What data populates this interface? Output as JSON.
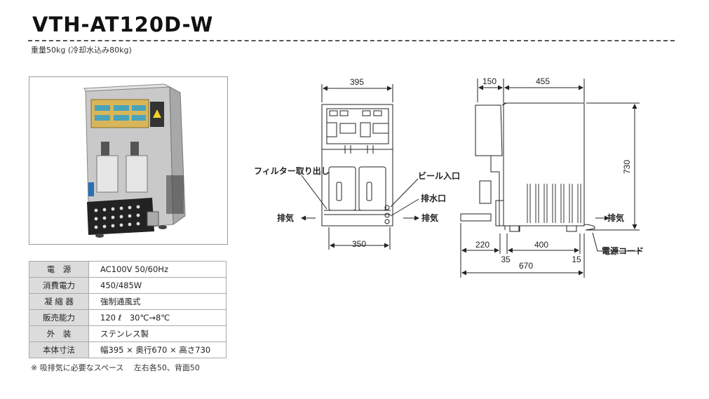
{
  "header": {
    "model": "VTH-AT120D-W",
    "weight": "重量50kg (冷却水込み80kg)"
  },
  "specs": [
    {
      "label": "電　源",
      "value": "AC100V 50/60Hz"
    },
    {
      "label": "消費電力",
      "value": "450/485W"
    },
    {
      "label": "凝 縮 器",
      "value": "強制通風式"
    },
    {
      "label": "販売能力",
      "value": "120 ℓ　30℃→8℃"
    },
    {
      "label": "外　装",
      "value": "ステンレス製"
    },
    {
      "label": "本体寸法",
      "value": "幅395 × 奥行670 × 高さ730"
    }
  ],
  "note": "※ 吸排気に必要なスペース　 左右各50、背面50",
  "drawing": {
    "dims": {
      "front_width": "395",
      "front_base": "350",
      "side_top_left": "150",
      "side_top_right": "455",
      "side_height": "730",
      "side_bottom_1": "220",
      "side_bottom_2": "400",
      "side_small_1": "35",
      "side_small_2": "15",
      "side_total": "670"
    },
    "labels": {
      "filter": "フィルター取り出し",
      "beer_in": "ビール入口",
      "drain": "排水口",
      "exhaust": "排気",
      "power_cord": "電源コード"
    }
  }
}
